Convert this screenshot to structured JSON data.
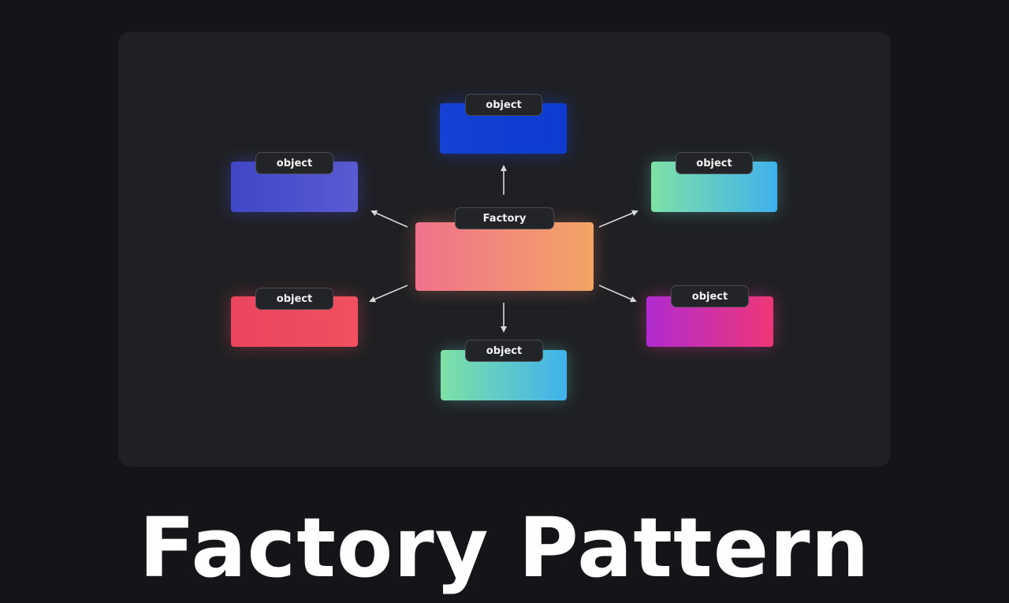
{
  "diagram": {
    "center": {
      "label": "Factory"
    },
    "children": [
      {
        "id": "top",
        "label": "object"
      },
      {
        "id": "top-left",
        "label": "object"
      },
      {
        "id": "top-right",
        "label": "object"
      },
      {
        "id": "bottom-left",
        "label": "object"
      },
      {
        "id": "bottom-right",
        "label": "object"
      },
      {
        "id": "bottom",
        "label": "object"
      }
    ],
    "colors": {
      "background": "#141518",
      "panel": "#1f2023",
      "arrow": "#d9d9d9",
      "tag_background": "#232427"
    }
  },
  "heading": {
    "title": "Factory Pattern"
  }
}
